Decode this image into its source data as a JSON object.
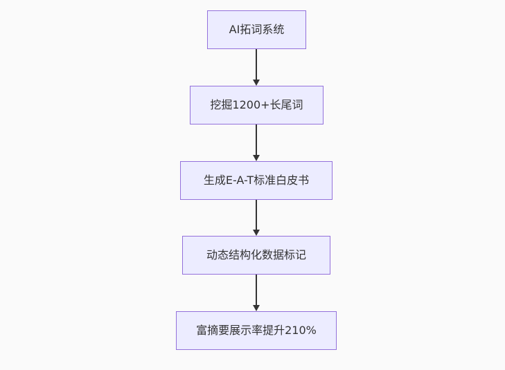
{
  "page": {
    "background": "#fafafa"
  },
  "flowchart": {
    "type": "flowchart",
    "direction": "top-down",
    "style": {
      "node_fill": "#ececff",
      "node_border": "#9370db",
      "text_color": "#333333",
      "arrow_color": "#333333"
    },
    "nodes": [
      {
        "id": "n1",
        "label": "AI拓词系统"
      },
      {
        "id": "n2",
        "label": "挖掘1200+长尾词"
      },
      {
        "id": "n3",
        "label": "生成E-A-T标准白皮书"
      },
      {
        "id": "n4",
        "label": "动态结构化数据标记"
      },
      {
        "id": "n5",
        "label": "富摘要展示率提升210%"
      }
    ],
    "edges": [
      {
        "from": "n1",
        "to": "n2"
      },
      {
        "from": "n2",
        "to": "n3"
      },
      {
        "from": "n3",
        "to": "n4"
      },
      {
        "from": "n4",
        "to": "n5"
      }
    ]
  }
}
